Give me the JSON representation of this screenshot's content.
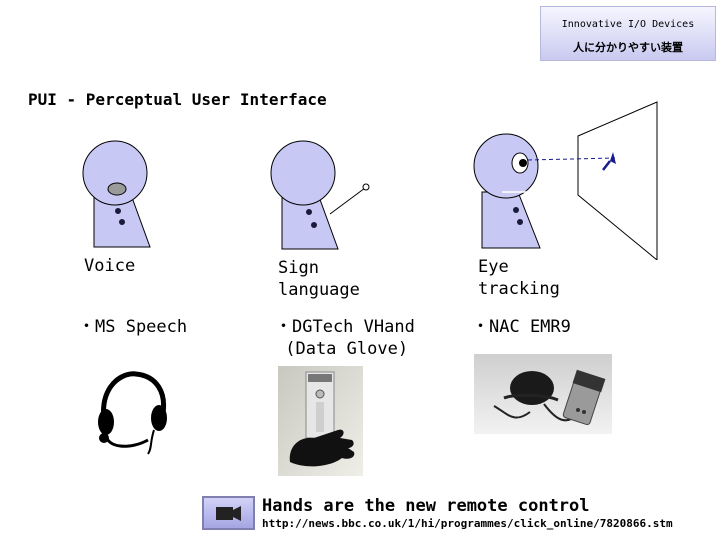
{
  "header": {
    "badge_en": "Innovative I/O Devices",
    "badge_jp": "人に分かりやすい装置",
    "title": "PUI - Perceptual User Interface"
  },
  "columns": [
    {
      "label_line1": "Voice",
      "label_line2": "",
      "product_line1": "・MS Speech",
      "product_line2": ""
    },
    {
      "label_line1": "Sign",
      "label_line2": "language",
      "product_line1": "・DGTech VHand",
      "product_line2": " (Data Glove)"
    },
    {
      "label_line1": "Eye",
      "label_line2": "tracking",
      "product_line1": "・NAC EMR9",
      "product_line2": ""
    }
  ],
  "video": {
    "title": "Hands are the new remote control",
    "url": "http://news.bbc.co.uk/1/hi/programmes/click_online/7820866.stm",
    "icon": "video-camera-icon"
  },
  "colors": {
    "figure_fill": "#c8c8f5",
    "figure_stroke": "#000000",
    "badge_gradient_top": "#f6f6ff",
    "badge_gradient_bottom": "#c9c9f0",
    "arrow": "#1a1a8c"
  }
}
